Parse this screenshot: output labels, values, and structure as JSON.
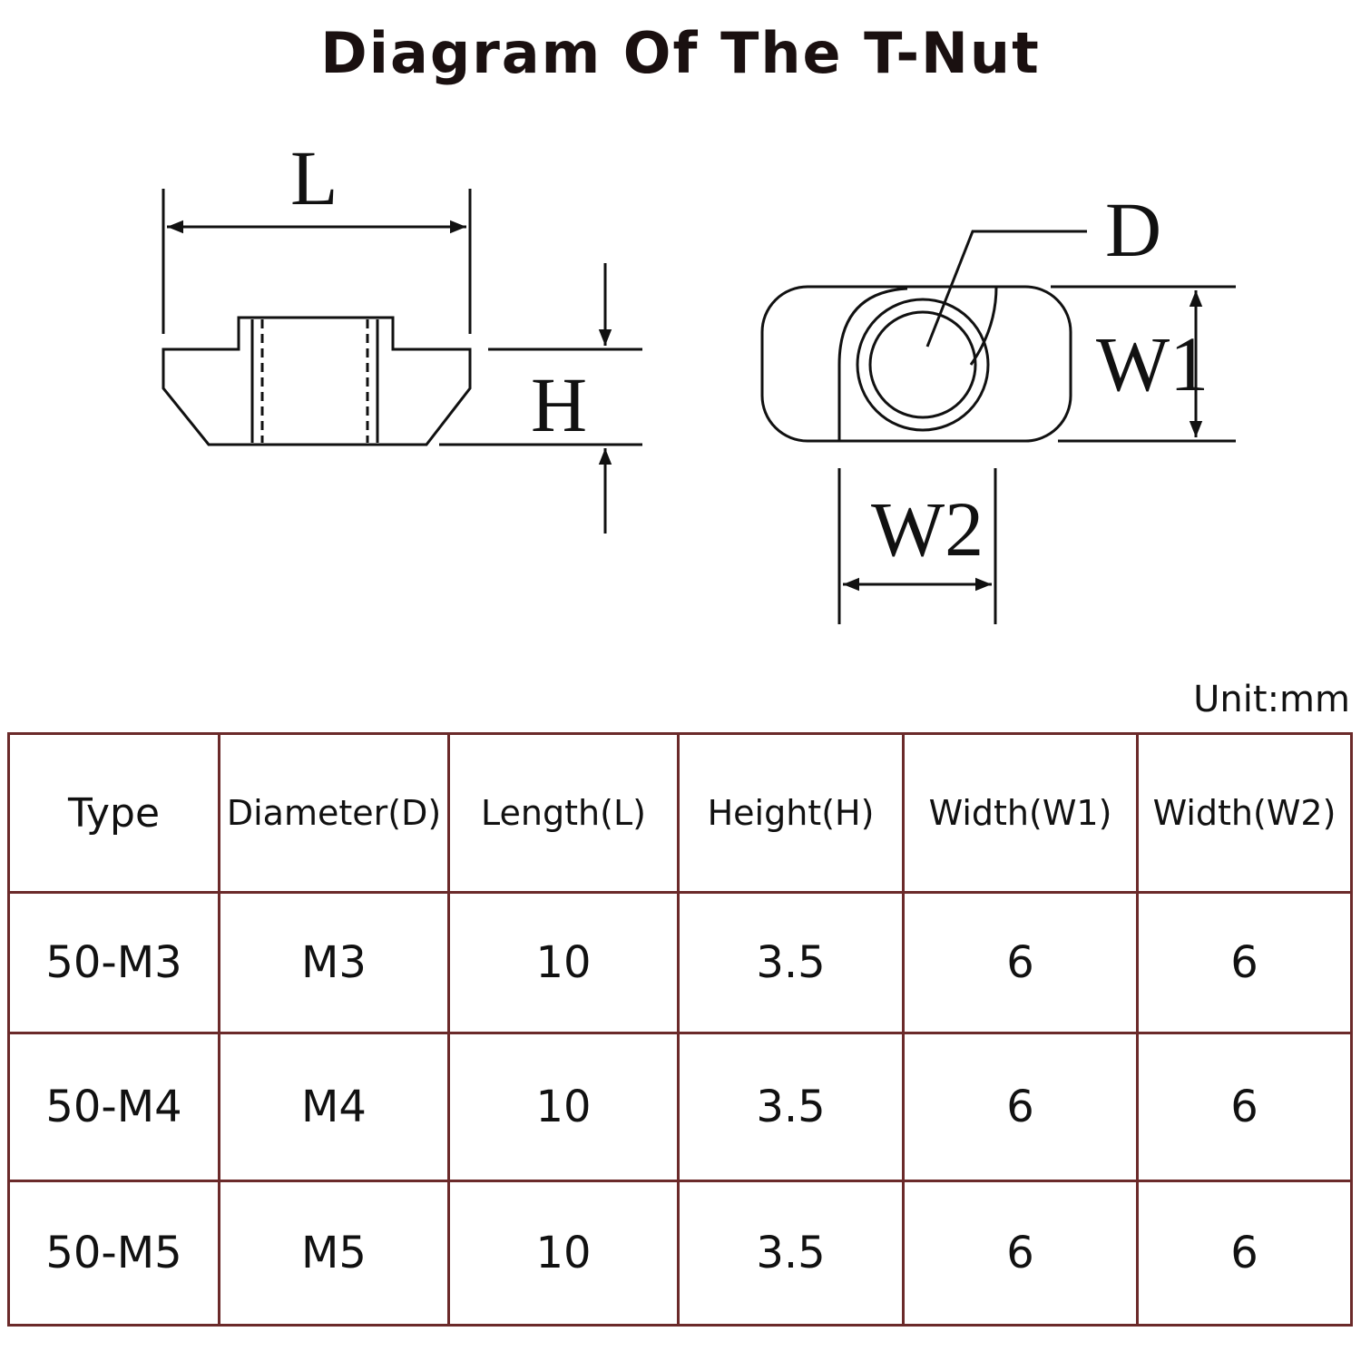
{
  "title": "Diagram Of The T-Nut",
  "labels": {
    "length": "L",
    "height": "H",
    "diameter": "D",
    "width1": "W1",
    "width2": "W2"
  },
  "unit": "Unit:mm",
  "table": {
    "headers": [
      "Type",
      "Diameter(D)",
      "Length(L)",
      "Height(H)",
      "Width(W1)",
      "Width(W2)"
    ],
    "rows": [
      [
        "50-M3",
        "M3",
        "10",
        "3.5",
        "6",
        "6"
      ],
      [
        "50-M4",
        "M4",
        "10",
        "3.5",
        "6",
        "6"
      ],
      [
        "50-M5",
        "M5",
        "10",
        "3.5",
        "6",
        "6"
      ]
    ]
  },
  "colors": {
    "line": "#111111",
    "table_border": "#6b2a2a"
  }
}
